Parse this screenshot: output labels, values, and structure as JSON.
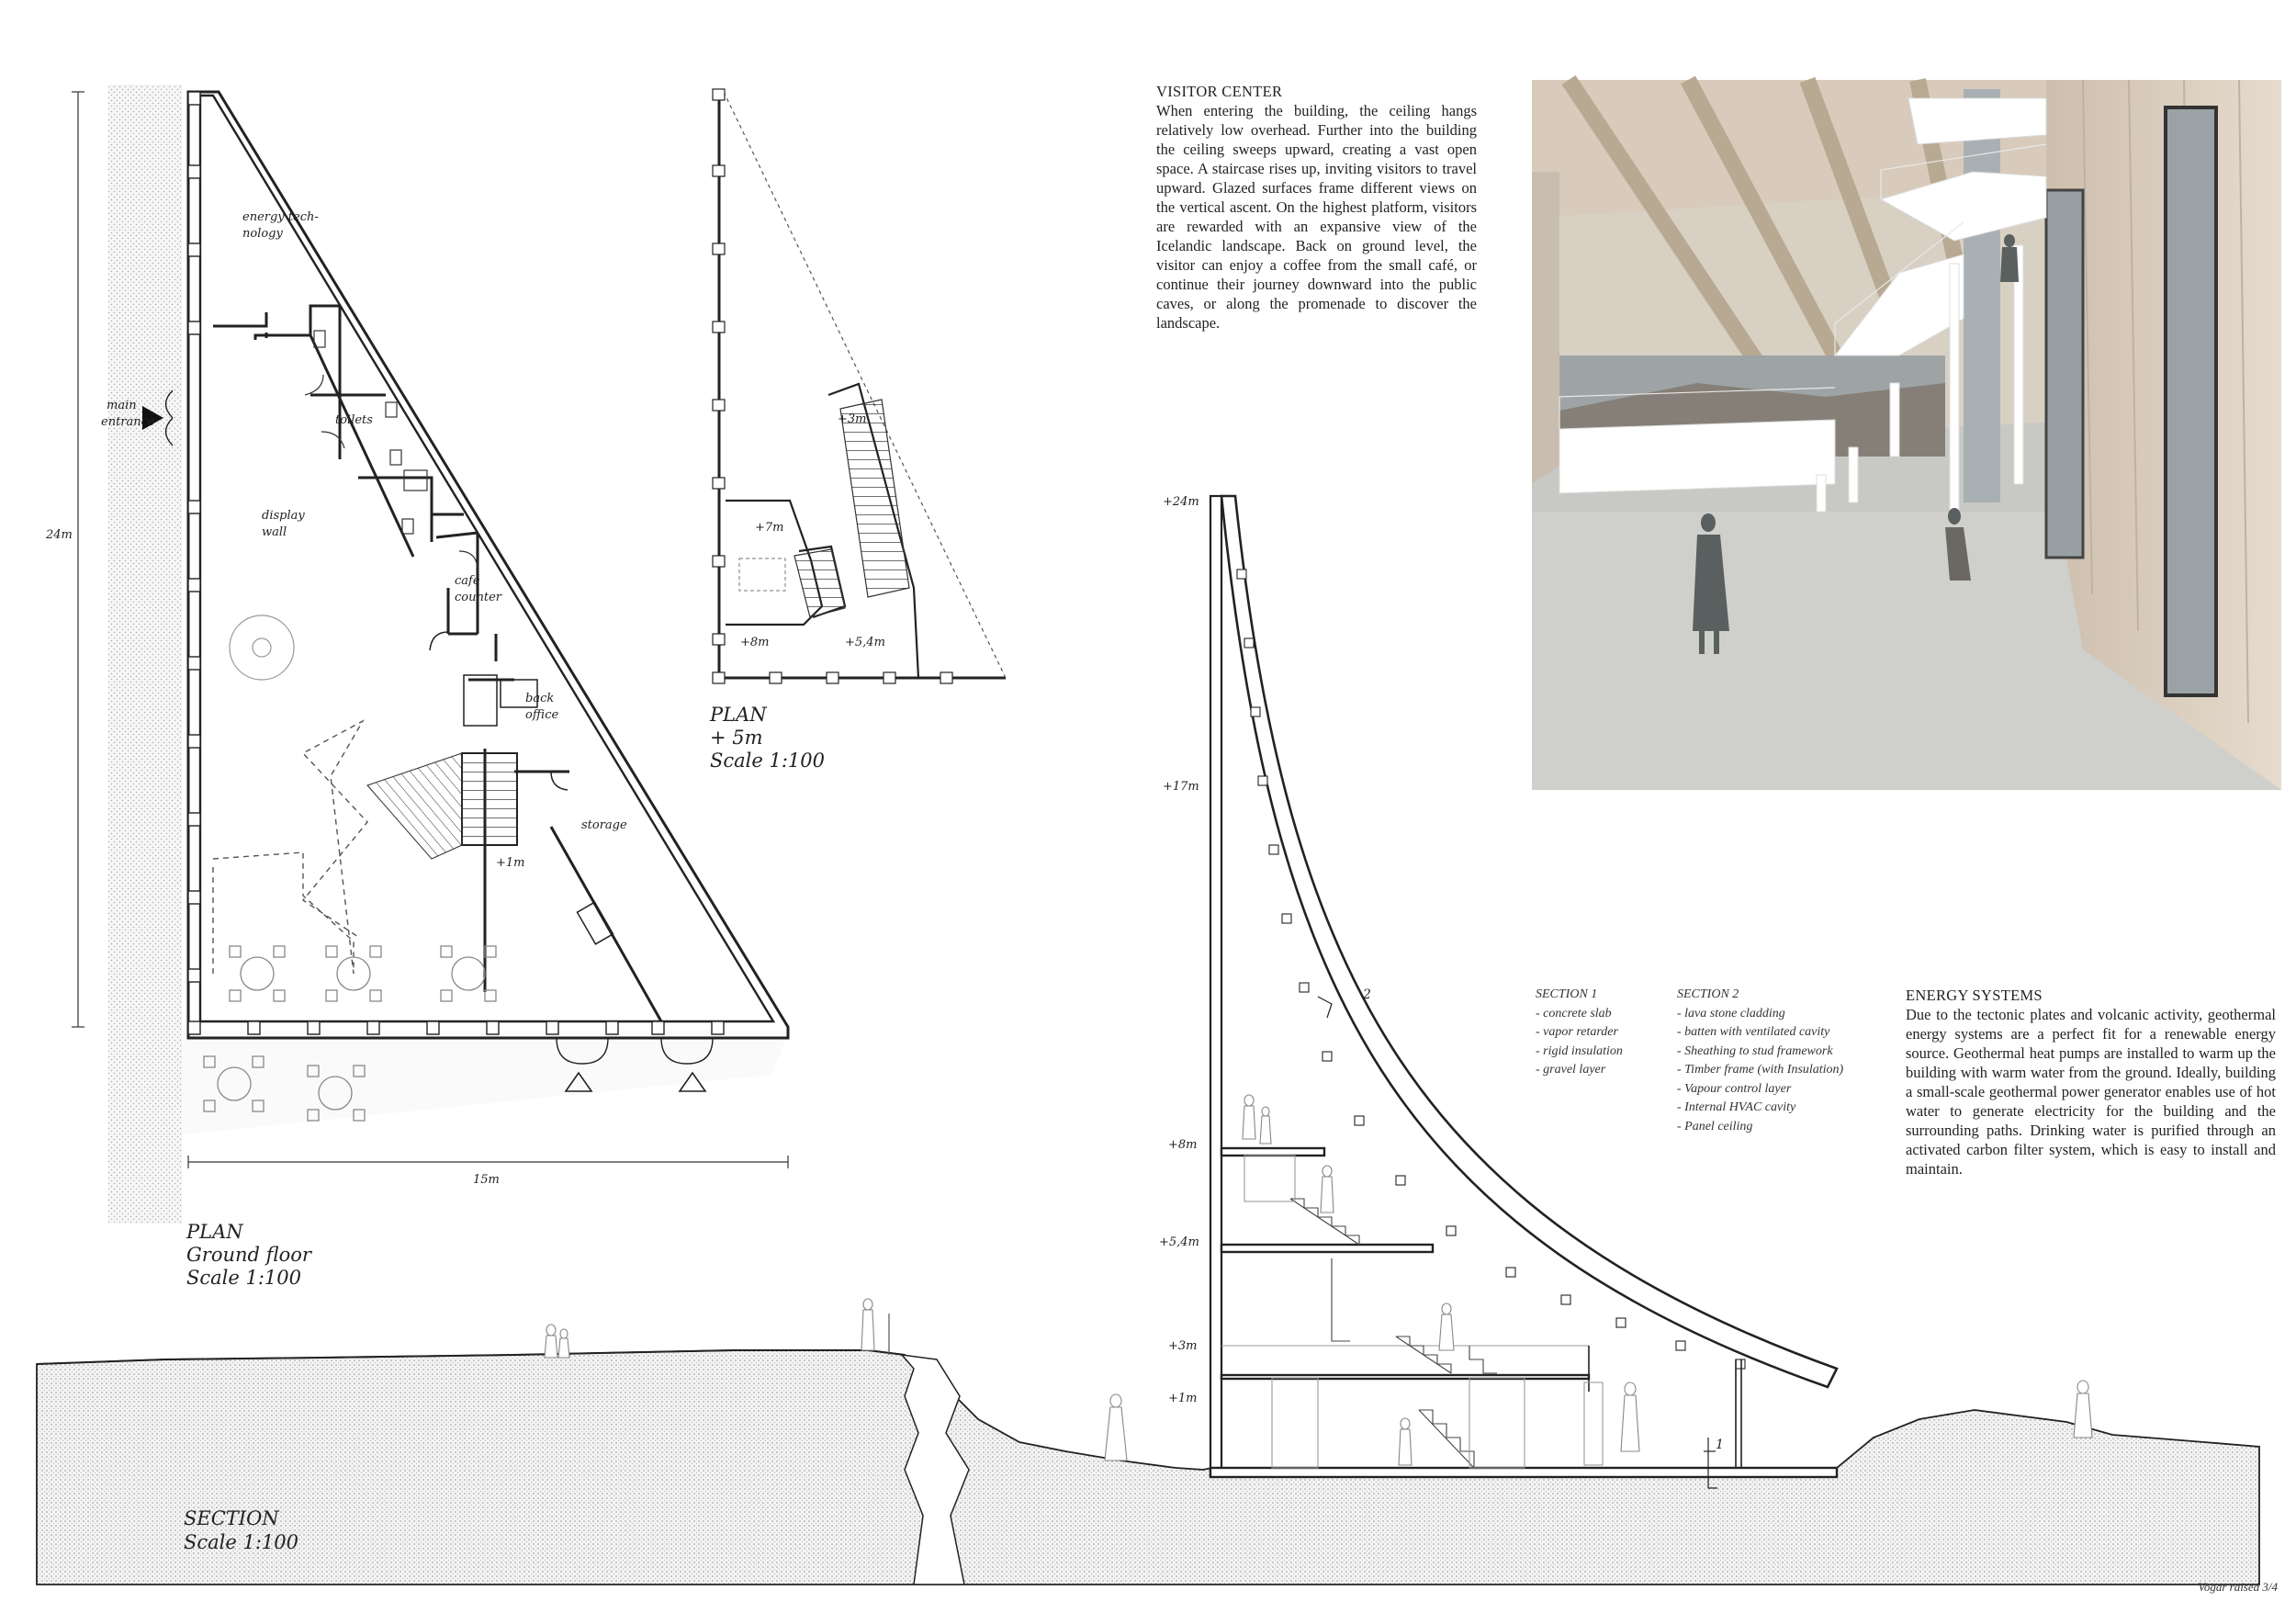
{
  "visitor_center": {
    "title": "VISITOR CENTER",
    "body": "When entering the building, the ceiling hangs relatively low overhead. Further into the building the ceiling sweeps upward, creating a vast open space. A staircase rises up, inviting visitors to travel upward. Glazed surfaces frame different views on the vertical ascent. On the highest platform, visitors are rewarded with an expansive view of the Icelandic landscape. Back on ground level, the visitor can enjoy a coffee from the small café, or continue their journey downward into the public caves, or along the promenade to discover the landscape."
  },
  "energy_systems": {
    "title": "ENERGY SYSTEMS",
    "body": "Due to the tectonic plates and volcanic activity, geothermal energy systems are a perfect fit for a renewable energy source. Geothermal heat pumps are installed to warm up the building with warm water from the ground. Ideally, building a small-scale geothermal power generator enables use of hot water to generate electricity for the building and the surrounding paths. Drinking water is purified through an activated carbon filter system, which is easy to install and maintain."
  },
  "section1": {
    "title": "SECTION 1",
    "items": [
      "- concrete slab",
      "- vapor retarder",
      "- rigid insulation",
      "- gravel layer"
    ]
  },
  "section2": {
    "title": "SECTION 2",
    "items": [
      "- lava stone cladding",
      "- batten with ventilated cavity",
      "- Sheathing to stud framework",
      "- Timber frame (with Insulation)",
      "- Vapour control layer",
      "- Internal HVAC cavity",
      "- Panel ceiling"
    ]
  },
  "plan_ground": {
    "title_1": "PLAN",
    "title_2": "Ground floor",
    "scale": "Scale 1:100",
    "dim_vertical": "24m",
    "dim_horizontal": "15m",
    "rooms": {
      "energy_1": "energy tech-",
      "energy_2": "nology",
      "entrance_1": "main",
      "entrance_2": "entrance",
      "toilets": "toilets",
      "display_1": "display",
      "display_2": "wall",
      "cafe_1": "café",
      "cafe_2": "counter",
      "back_1": "back",
      "back_2": "office",
      "storage": "storage",
      "level": "+1m"
    }
  },
  "plan_upper": {
    "title_1": "PLAN",
    "title_2": "+ 5m",
    "scale": "Scale 1:100",
    "levels": {
      "l3": "+3m",
      "l7": "+7m",
      "l8": "+8m",
      "l54": "+5,4m"
    }
  },
  "section": {
    "title": "SECTION",
    "scale": "Scale 1:100",
    "levels": {
      "l24": "+24m",
      "l17": "+17m",
      "l8": "+8m",
      "l54": "+5,4m",
      "l3": "+3m",
      "l1": "+1m"
    },
    "marker_1": "1",
    "marker_2": "2"
  },
  "footer": "Vogar raised 3/4"
}
